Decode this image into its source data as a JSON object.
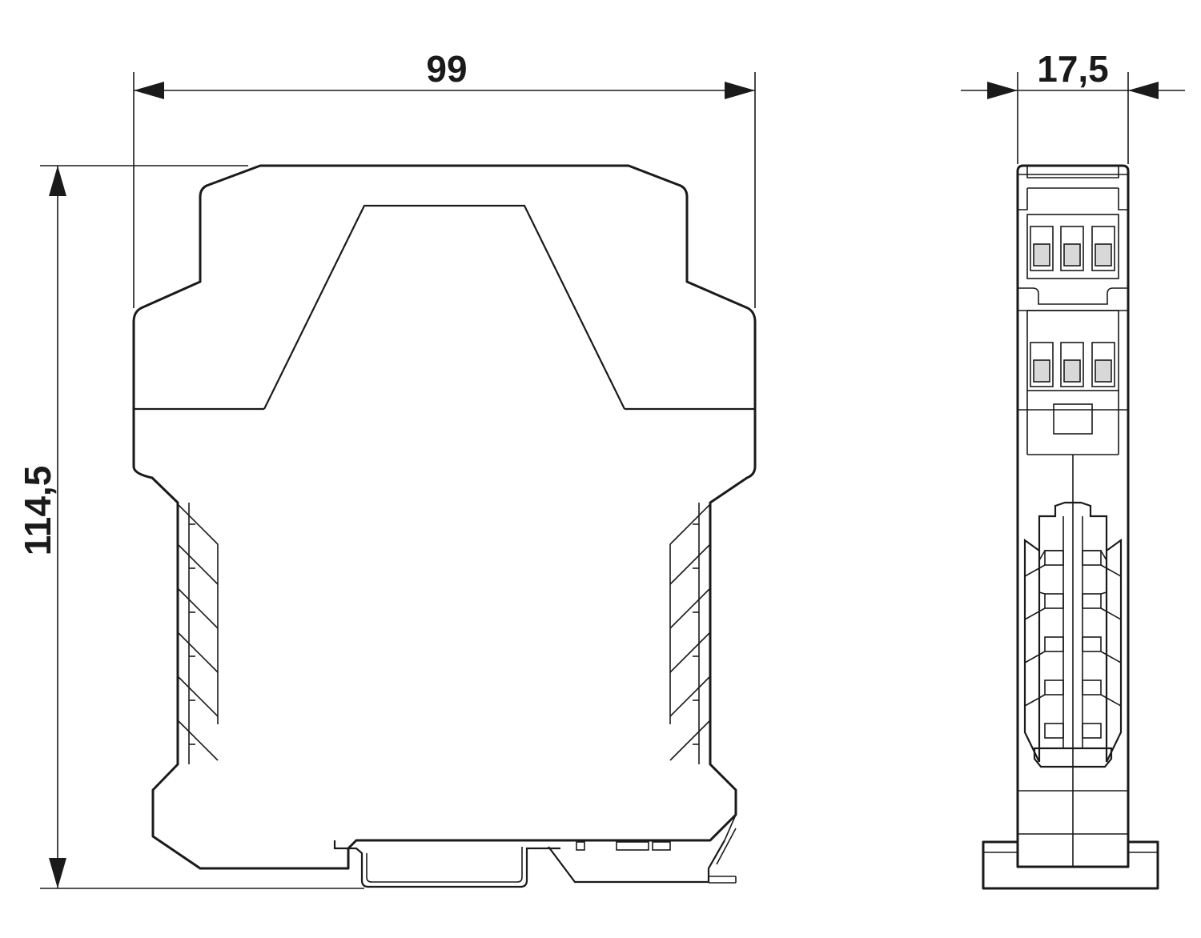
{
  "dimensions": {
    "width_front": "99",
    "height_front": "114,5",
    "width_side": "17,5"
  },
  "colors": {
    "line": "#1a1a1a",
    "background": "#ffffff",
    "terminal_fill": "#d8d8d8"
  }
}
